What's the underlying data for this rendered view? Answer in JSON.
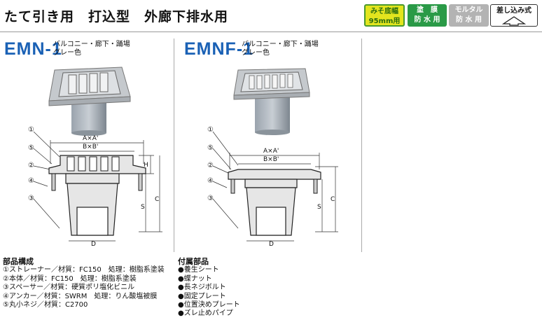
{
  "header": {
    "title": "たて引き用　打込型　外廊下排水用",
    "badges": [
      {
        "line1": "みそ底幅",
        "line2": "95mm用"
      },
      {
        "line1": "塗　膜",
        "line2": "防 水 用"
      },
      {
        "line1": "モルタル",
        "line2": "防 水 用"
      },
      {
        "line1": "差し込み式",
        "line2": ""
      }
    ]
  },
  "products": [
    {
      "model": "EMN-1",
      "desc1": "バルコニー・廊下・踊場",
      "desc2": "グレー色"
    },
    {
      "model": "EMNF-1",
      "desc1": "バルコニー・廊下・踊場",
      "desc2": "グレー色"
    }
  ],
  "drawing_labels": {
    "n1": "①",
    "n2": "②",
    "n3": "③",
    "n4": "④",
    "n5": "⑤",
    "axa": "A×A'",
    "bxb": "B×B'",
    "h": "H",
    "s": "S",
    "c": "C",
    "d": "D"
  },
  "components": {
    "heading": "部品構成",
    "items": [
      "①ストレーナー／材質：FC150　処理：樹脂系塗装",
      "②本体／材質：FC150　処理：樹脂系塗装",
      "③スペーサー／材質：硬質ポリ塩化ビニル",
      "④アンカー／材質：SWRM　処理：りん酸塩被膜",
      "⑤丸小ネジ／材質：C2700"
    ]
  },
  "accessories": {
    "heading": "付属部品",
    "items": [
      "●養生シート",
      "●蝶ナット",
      "●長ネジボルト",
      "●固定プレート",
      "●位置決めプレート",
      "●ズレ止めパイプ"
    ]
  }
}
